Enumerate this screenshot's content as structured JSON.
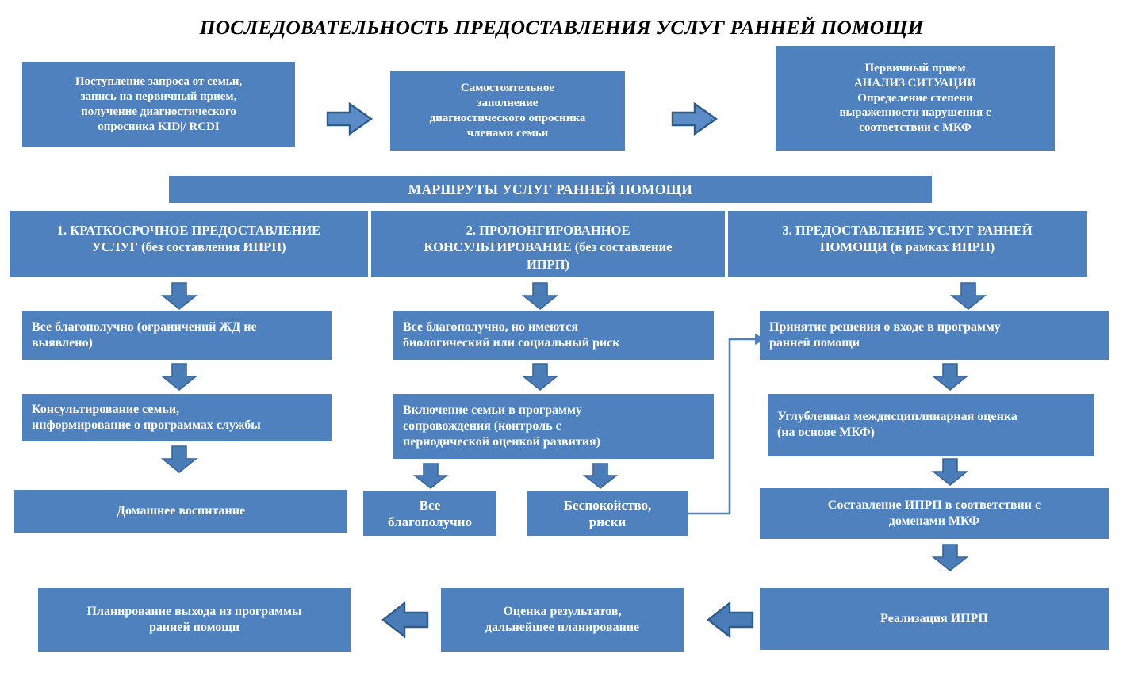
{
  "title": "ПОСЛЕДОВАТЕЛЬНОСТЬ ПРЕДОСТАВЛЕНИЯ УСЛУГ РАННЕЙ ПОМОЩИ",
  "colors": {
    "box_fill": "#4e81bd",
    "box_text": "#ffffff",
    "arrow_fill": "#5b8cc7",
    "arrow_stroke": "#2e5c8a",
    "connector": "#4e81bd",
    "page_background": "#ffffff",
    "title_text": "#000000"
  },
  "intake_row": {
    "box_request": "Поступление запроса от семьи, запись на первичный прием, получение диагностического опросника KID|/ RCDI",
    "box_selffill": "Самостоятельное заполнение диагностического опросника членами семьи",
    "box_primary": "Первичный прием АНАЛИЗ СИТУАЦИИ Определение степени выраженности нарушения с соответствии с МКФ",
    "box_request_lines": [
      "Поступление запроса от семьи,",
      "запись на первичный прием,",
      "получение диагностического",
      "опросника KID|/ RCDI"
    ],
    "box_selffill_lines": [
      "Самостоятельное",
      "заполнение",
      "диагностического опросника",
      "членами семьи"
    ],
    "box_primary_lines": [
      "Первичный прием",
      "АНАЛИЗ СИТУАЦИИ",
      "Определение степени",
      "выраженности нарушения с",
      "соответствии с МКФ"
    ],
    "arrow1": "right-arrow-icon",
    "arrow2": "right-arrow-icon"
  },
  "routes_banner": "МАРШРУТЫ УСЛУГ РАННЕЙ ПОМОЩИ",
  "routes": [
    {
      "id": "route-1",
      "header_lines": [
        "1. КРАТКОСРОЧНОЕ ПРЕДОСТАВЛЕНИЕ",
        "УСЛУГ (без составления ИПРП)"
      ],
      "header": "1. КРАТКОСРОЧНОЕ ПРЕДОСТАВЛЕНИЕ УСЛУГ (без составления ИПРП)",
      "steps": [
        {
          "lines": [
            "Все благополучно (ограничений ЖД не",
            "выявлено)"
          ],
          "text": "Все благополучно (ограничений ЖД не выявлено)"
        },
        {
          "lines": [
            "Консультирование семьи,",
            "информирование о программах службы"
          ],
          "text": "Консультирование семьи, информирование о программах службы"
        },
        {
          "lines": [
            "Домашнее воспитание"
          ],
          "text": "Домашнее воспитание"
        }
      ]
    },
    {
      "id": "route-2",
      "header_lines": [
        "2. ПРОЛОНГИРОВАННОЕ",
        "КОНСУЛЬТИРОВАНИЕ (без составление",
        "ИПРП)"
      ],
      "header": "2. ПРОЛОНГИРОВАННОЕ КОНСУЛЬТИРОВАНИЕ (без составление ИПРП)",
      "steps": [
        {
          "lines": [
            "Все благополучно, но имеются",
            "биологический или социальный риск"
          ],
          "text": "Все благополучно, но имеются биологический или социальный риск"
        },
        {
          "lines": [
            "Включение семьи в программу",
            "сопровождения (контроль с",
            "периодической оценкой развития)"
          ],
          "text": "Включение семьи в программу сопровождения (контроль с периодической оценкой развития)"
        }
      ],
      "outcomes": [
        {
          "lines": [
            "Все",
            "благополучно"
          ],
          "text": "Все благополучно"
        },
        {
          "lines": [
            "Беспокойство,",
            "риски"
          ],
          "text": "Беспокойство, риски"
        }
      ]
    },
    {
      "id": "route-3",
      "header_lines": [
        "3. ПРЕДОСТАВЛЕНИЕ УСЛУГ РАННЕЙ",
        "ПОМОЩИ  (в рамках ИПРП)"
      ],
      "header": "3. ПРЕДОСТАВЛЕНИЕ УСЛУГ РАННЕЙ ПОМОЩИ  (в рамках ИПРП)",
      "steps": [
        {
          "lines": [
            "Принятие решения о входе в программу",
            "ранней помощи"
          ],
          "text": "Принятие решения о входе в программу ранней помощи"
        },
        {
          "lines": [
            "Углубленная междисциплинарная  оценка",
            "(на основе МКФ)"
          ],
          "text": "Углубленная междисциплинарная  оценка (на основе МКФ)"
        },
        {
          "lines": [
            "Составление ИПРП в соответствии с",
            "доменами МКФ"
          ],
          "text": "Составление ИПРП в соответствии с доменами МКФ"
        },
        {
          "lines": [
            "Реализация ИПРП"
          ],
          "text": "Реализация ИПРП"
        }
      ]
    }
  ],
  "bottom_row": {
    "box_exit_lines": [
      "Планирование выхода из программы",
      "ранней помощи"
    ],
    "box_exit": "Планирование выхода из программы ранней помощи",
    "box_eval_lines": [
      "Оценка результатов,",
      "дальнейшее планирование"
    ],
    "box_eval": "Оценка результатов, дальнейшее планирование",
    "arrow1": "left-arrow-icon",
    "arrow2": "left-arrow-icon"
  },
  "connectors": {
    "risk_to_decision": "elbow-connector-line"
  }
}
